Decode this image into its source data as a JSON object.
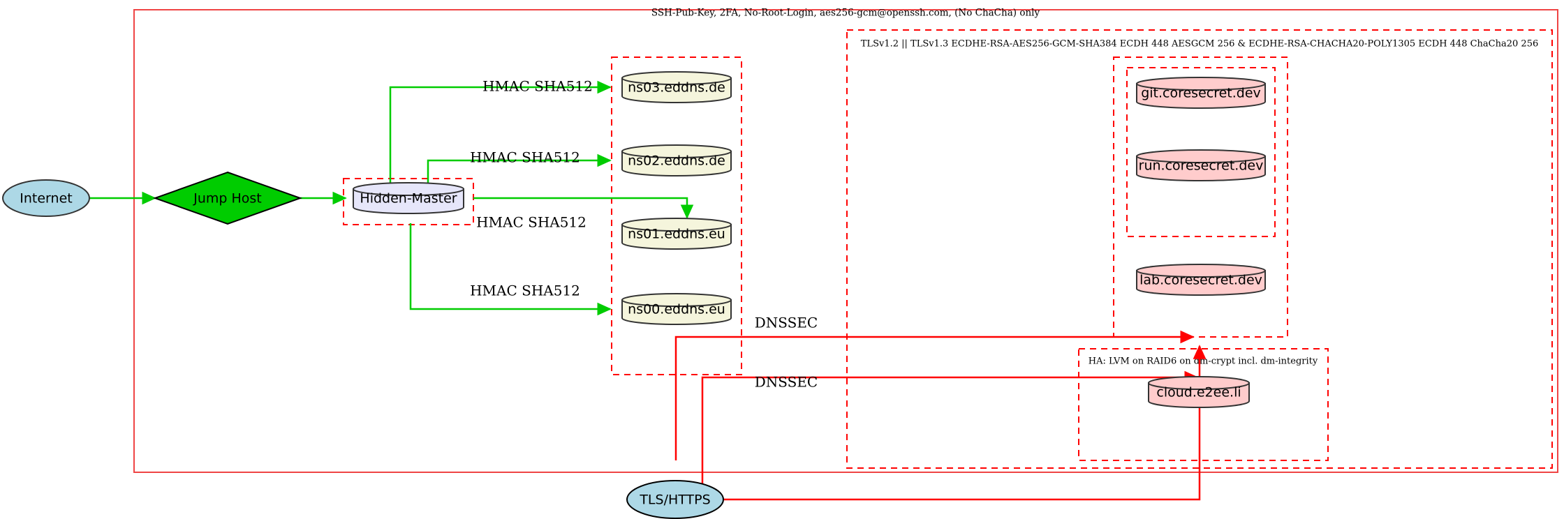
{
  "diagram": {
    "title_label": "SSH-Pub-Key, 2FA, No-Root-Login, aes256-gcm@openssh.com, (No ChaCha) only",
    "colors": {
      "edge_green": "#00cc00",
      "edge_red": "#ff0000",
      "cluster_red": "#ff0000",
      "cluster_outer_red": "#ef4444",
      "node_blue_fill": "#add8e6",
      "node_green_fill": "#00cc00",
      "node_lavender_fill": "#e6e6fa",
      "node_yellow_fill": "#f5f5dc",
      "node_pink_fill": "#ffcccc",
      "node_stroke": "#333333"
    },
    "clusters": [
      {
        "id": "ssh-cluster",
        "label": "SSH-Pub-Key, 2FA, No-Root-Login, aes256-gcm@openssh.com, (No ChaCha) only"
      },
      {
        "id": "tls-cluster",
        "label": "TLSv1.2 || TLSv1.3 ECDHE-RSA-AES256-GCM-SHA384 ECDH 448 AESGCM 256 & ECDHE-RSA-CHACHA20-POLY1305 ECDH 448 ChaCha20 256"
      },
      {
        "id": "ha-cluster",
        "label": "HA: LVM on RAID6 on dm-crypt incl. dm-integrity"
      },
      {
        "id": "hidden-master-box",
        "label": ""
      },
      {
        "id": "nameserver-box",
        "label": ""
      },
      {
        "id": "coresecret-box",
        "label": ""
      },
      {
        "id": "gitrun-box",
        "label": ""
      }
    ],
    "nodes": [
      {
        "id": "internet",
        "label": "Internet",
        "shape": "ellipse",
        "fill": "#add8e6"
      },
      {
        "id": "jump-host",
        "label": "Jump Host",
        "shape": "diamond",
        "fill": "#00cc00"
      },
      {
        "id": "hidden-master",
        "label": "Hidden-Master",
        "shape": "cylinder",
        "fill": "#e6e6fa"
      },
      {
        "id": "ns03",
        "label": "ns03.eddns.de",
        "shape": "cylinder",
        "fill": "#f5f5dc"
      },
      {
        "id": "ns02",
        "label": "ns02.eddns.de",
        "shape": "cylinder",
        "fill": "#f5f5dc"
      },
      {
        "id": "ns01",
        "label": "ns01.eddns.eu",
        "shape": "cylinder",
        "fill": "#f5f5dc"
      },
      {
        "id": "ns00",
        "label": "ns00.eddns.eu",
        "shape": "cylinder",
        "fill": "#f5f5dc"
      },
      {
        "id": "git",
        "label": "git.coresecret.dev",
        "shape": "cylinder",
        "fill": "#ffcccc"
      },
      {
        "id": "run",
        "label": "run.coresecret.dev",
        "shape": "cylinder",
        "fill": "#ffcccc"
      },
      {
        "id": "lab",
        "label": "lab.coresecret.dev",
        "shape": "cylinder",
        "fill": "#ffcccc"
      },
      {
        "id": "cloud",
        "label": "cloud.e2ee.li",
        "shape": "cylinder",
        "fill": "#ffcccc"
      },
      {
        "id": "tls-https",
        "label": "TLS/HTTPS",
        "shape": "ellipse",
        "fill": "#add8e6"
      }
    ],
    "edges": [
      {
        "id": "edge-internet-jump",
        "from": "internet",
        "to": "jump-host",
        "label": "",
        "color": "#00cc00"
      },
      {
        "id": "edge-jump-master",
        "from": "jump-host",
        "to": "hidden-master",
        "label": "",
        "color": "#00cc00"
      },
      {
        "id": "edge-master-ns03",
        "from": "hidden-master",
        "to": "ns03",
        "label": "HMAC SHA512",
        "color": "#00cc00"
      },
      {
        "id": "edge-master-ns02",
        "from": "hidden-master",
        "to": "ns02",
        "label": "HMAC SHA512",
        "color": "#00cc00"
      },
      {
        "id": "edge-master-ns01",
        "from": "hidden-master",
        "to": "ns01",
        "label": "HMAC SHA512",
        "color": "#00cc00"
      },
      {
        "id": "edge-master-ns00",
        "from": "hidden-master",
        "to": "ns00",
        "label": "HMAC SHA512",
        "color": "#00cc00"
      },
      {
        "id": "edge-dnssec-upper",
        "from": "ns00",
        "to": "coresecret-box",
        "label": "DNSSEC",
        "color": "#ff0000"
      },
      {
        "id": "edge-dnssec-lower",
        "from": "tls-https",
        "to": "ha-cluster",
        "label": "DNSSEC",
        "color": "#ff0000"
      },
      {
        "id": "edge-tls-https-right",
        "from": "tls-https",
        "to": "ha-cluster",
        "label": "",
        "color": "#ff0000"
      }
    ]
  }
}
